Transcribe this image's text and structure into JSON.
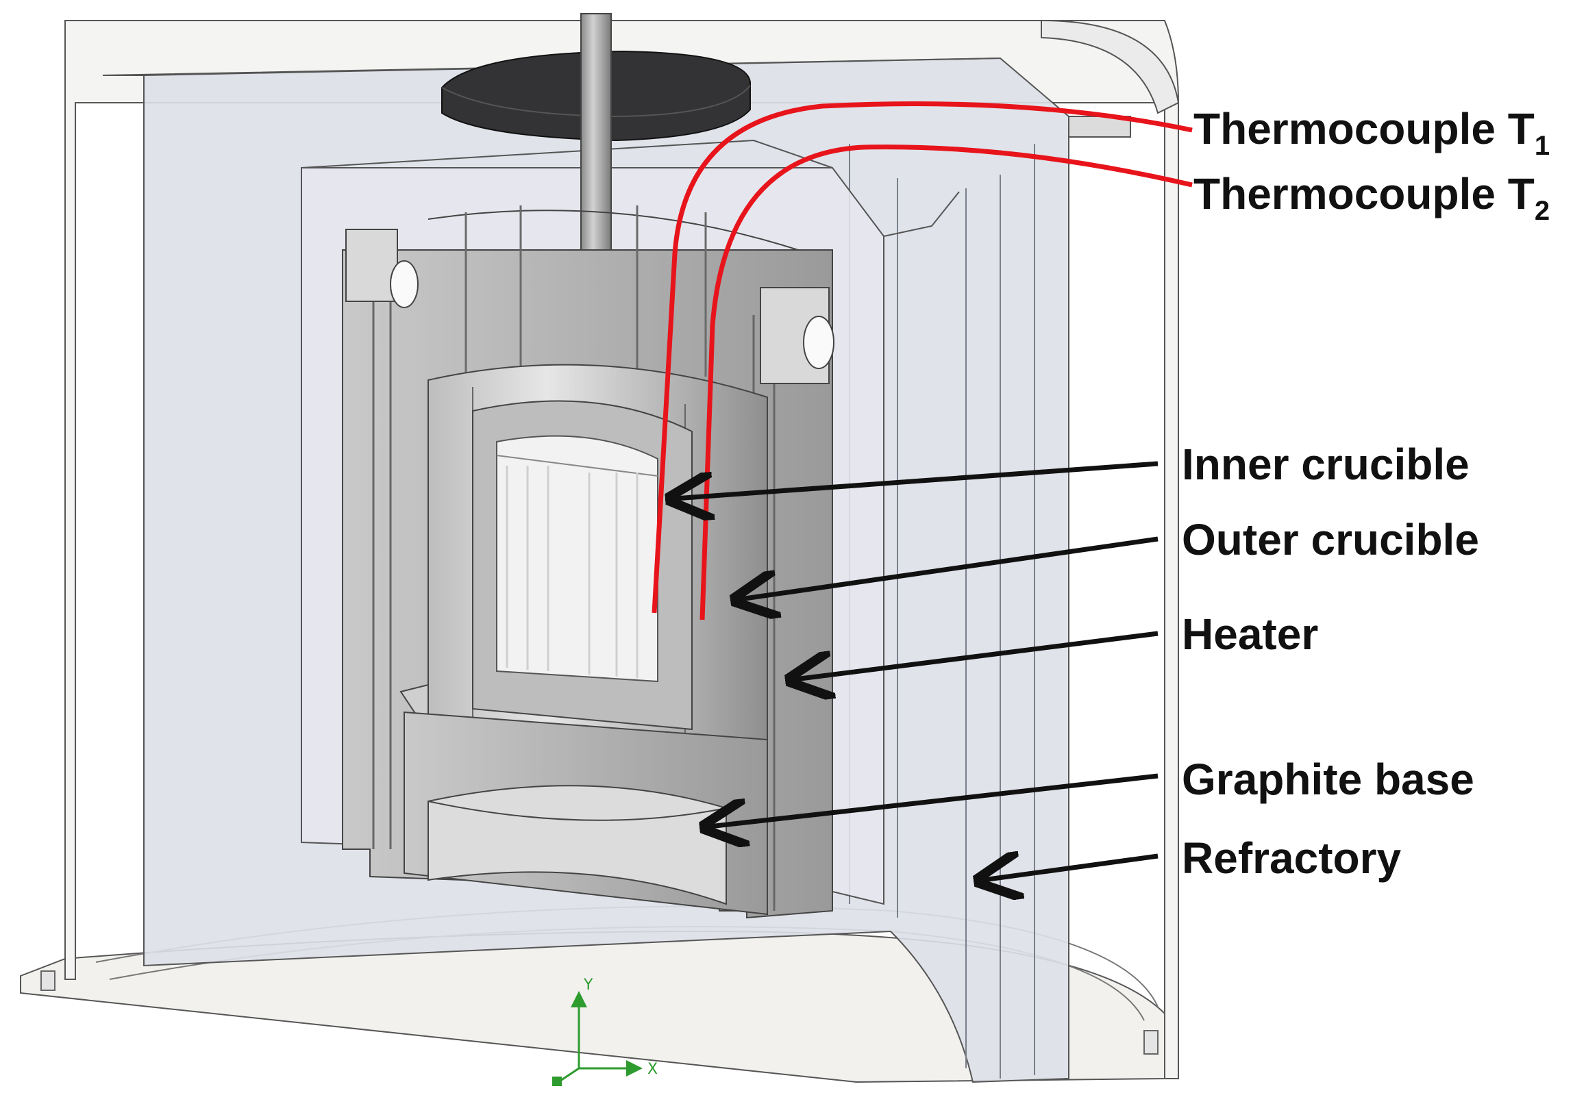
{
  "labels": {
    "thermocouple_1": {
      "text": "Thermocouple T",
      "subscript": "1"
    },
    "thermocouple_2": {
      "text": "Thermocouple T",
      "subscript": "2"
    },
    "inner_crucible": "Inner crucible",
    "outer_crucible": "Outer crucible",
    "heater": "Heater",
    "graphite_base": "Graphite base",
    "refractory": "Refractory"
  },
  "axis_triad": {
    "x": "X",
    "y": "Y"
  },
  "colors": {
    "thermocouple": "#e8141b",
    "arrow": "#111111",
    "axis": "#2e9b2e",
    "lid": "#3a3a3c",
    "refractory_fill": "#dde0e8",
    "graphite": "#a9a9a9"
  }
}
